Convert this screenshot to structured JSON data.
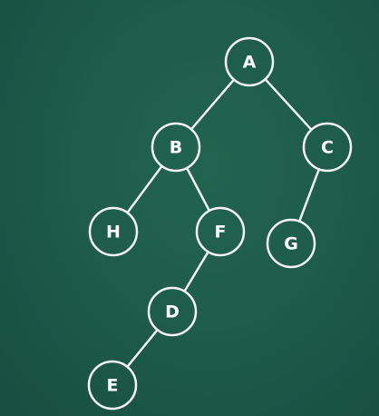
{
  "diagram": {
    "type": "binary-tree",
    "colors": {
      "background": "#1e5c4b",
      "stroke": "#f4f4f4",
      "text": "#ffffff"
    },
    "nodes": [
      {
        "id": "A",
        "label": "A"
      },
      {
        "id": "B",
        "label": "B"
      },
      {
        "id": "C",
        "label": "C"
      },
      {
        "id": "H",
        "label": "H"
      },
      {
        "id": "F",
        "label": "F"
      },
      {
        "id": "G",
        "label": "G"
      },
      {
        "id": "D",
        "label": "D"
      },
      {
        "id": "E",
        "label": "E"
      }
    ],
    "edges": [
      {
        "from": "A",
        "to": "B"
      },
      {
        "from": "A",
        "to": "C"
      },
      {
        "from": "B",
        "to": "H"
      },
      {
        "from": "B",
        "to": "F"
      },
      {
        "from": "C",
        "to": "G"
      },
      {
        "from": "F",
        "to": "D"
      },
      {
        "from": "D",
        "to": "E"
      }
    ]
  }
}
